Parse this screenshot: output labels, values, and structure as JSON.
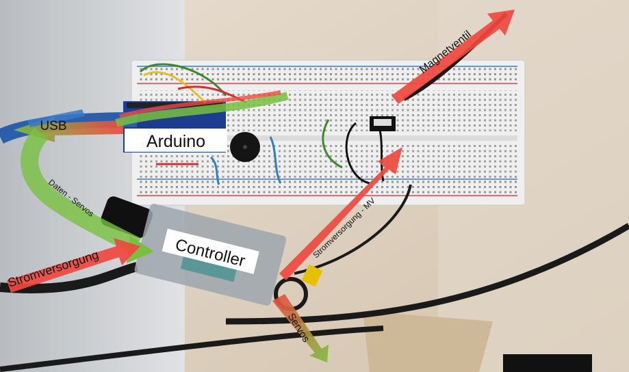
{
  "labels": {
    "usb": "USB",
    "arduino": "Arduino",
    "daten_servos": "Daten - Servos",
    "stromversorgung": "Stromversorgung",
    "controller": "Controller",
    "stromversorgung_mv": "Stromversorgung - MV",
    "magnetventil": "Magnetventil",
    "servos": "Servos"
  },
  "colors": {
    "arrow_red": "#f0483e",
    "arrow_green": "#78c040",
    "arrow_blue": "#3a78c8",
    "label_box": "#ffffff"
  }
}
